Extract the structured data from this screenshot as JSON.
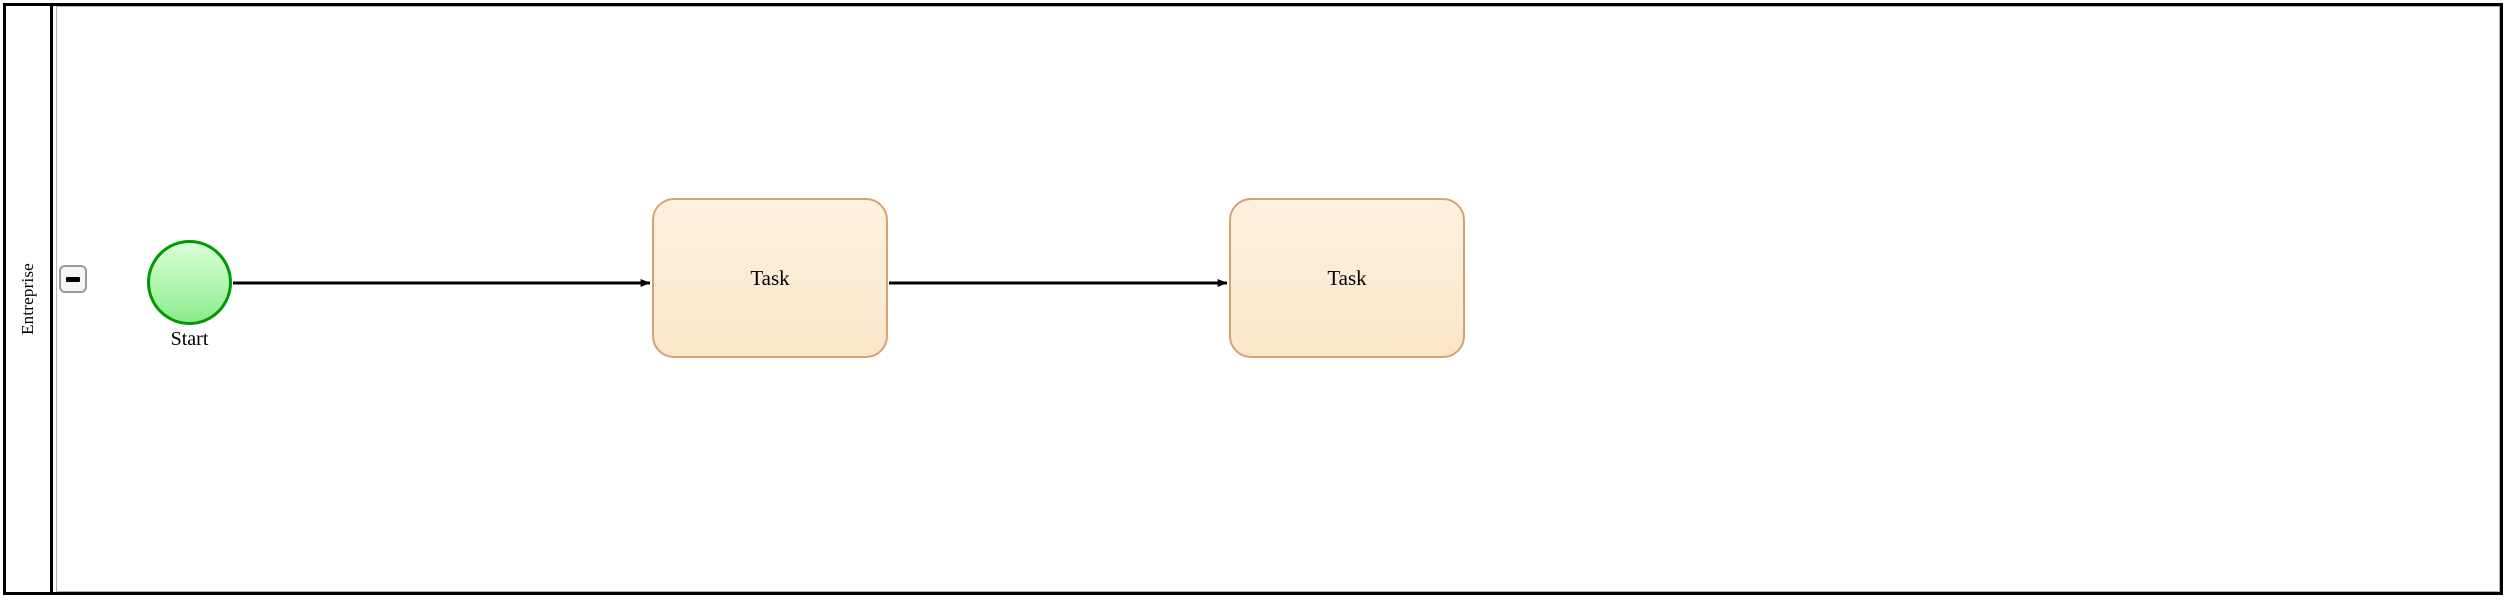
{
  "diagram": {
    "type": "bpmn-process",
    "pool": {
      "lane_label": "Entreprise",
      "collapse_button": {
        "icon": "minus-icon",
        "state": "expanded"
      }
    },
    "nodes": [
      {
        "id": "start-event",
        "type": "start-event",
        "label": "Start",
        "shape": "circle",
        "fill_top": "#d7ffd7",
        "fill_bottom": "#8ceb8c",
        "stroke": "#009900"
      },
      {
        "id": "task-1",
        "type": "task",
        "label": "Task",
        "shape": "rounded-rect",
        "fill_top": "#fdf0dd",
        "fill_bottom": "#fbe6c8",
        "stroke": "#d4a373"
      },
      {
        "id": "task-2",
        "type": "task",
        "label": "Task",
        "shape": "rounded-rect",
        "fill_top": "#fdf0dd",
        "fill_bottom": "#fbe6c8",
        "stroke": "#d4a373"
      }
    ],
    "edges": [
      {
        "id": "flow-1",
        "type": "sequence-flow",
        "from": "start-event",
        "to": "task-1",
        "label": "",
        "stroke": "#000000"
      },
      {
        "id": "flow-2",
        "type": "sequence-flow",
        "from": "task-1",
        "to": "task-2",
        "label": "",
        "stroke": "#000000"
      }
    ],
    "colors": {
      "pool_border": "#000000",
      "lane_inner_border": "#b3b3b3",
      "canvas_background": "#ffffff"
    }
  }
}
